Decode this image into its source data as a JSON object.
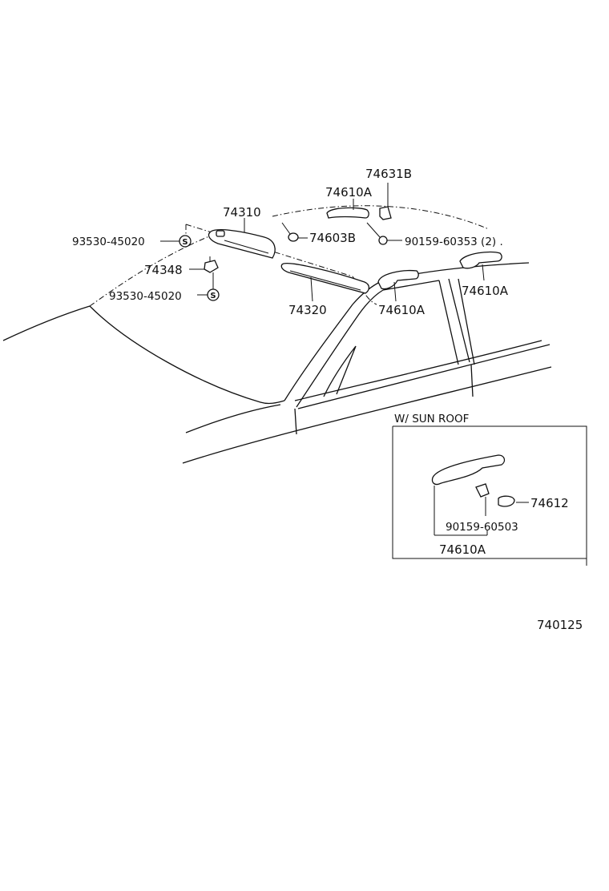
{
  "callouts": {
    "p74631b": "74631B",
    "p74610a_top": "74610A",
    "p74310": "74310",
    "p93530_a": "93530-45020",
    "p74603b": "74603B",
    "p90159_60353": "90159-60353 (2) .",
    "p74348": "74348",
    "p93530_b": "93530-45020",
    "p74320": "74320",
    "p74610a_mid": "74610A",
    "p74610a_right": "74610A"
  },
  "sunroof_box": {
    "title": "W/ SUN ROOF",
    "p74612": "74612",
    "p90159_60503": "90159-60503",
    "p74610a": "74610A"
  },
  "symbols": {
    "s_mark_1": "S",
    "s_mark_2": "S"
  },
  "figure_id": "740125"
}
